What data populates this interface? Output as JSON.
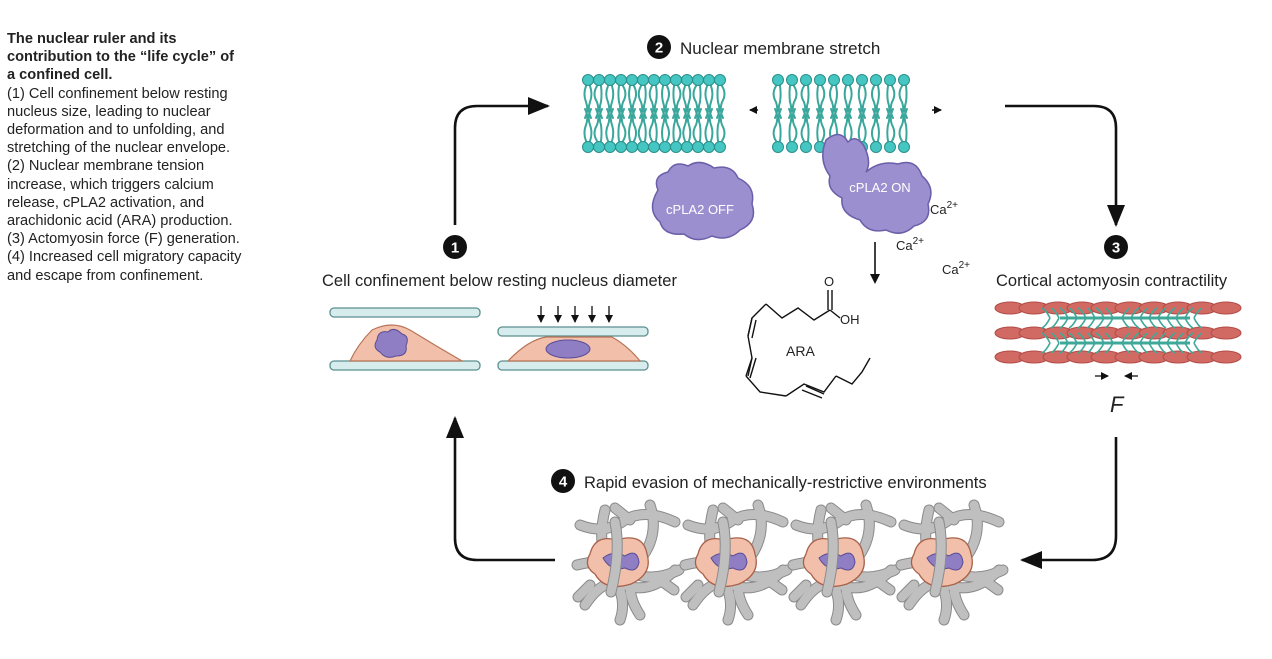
{
  "caption": {
    "title": "The nuclear ruler and its contribution to the “life cycle” of a confined cell.",
    "body": "(1) Cell confinement below resting nucleus size, leading to nuclear deformation and to unfolding, and stretching of the nuclear envelope. (2) Nuclear membrane tension increase, which triggers calcium release, cPLA2 activation, and arachidonic acid (ARA) production. (3) Actomyosin force (F) generation. (4) Increased cell migratory capacity and escape from confinement."
  },
  "steps": {
    "s1": {
      "number": "1",
      "label": "Cell confinement below resting nucleus diameter"
    },
    "s2": {
      "number": "2",
      "label": "Nuclear membrane stretch"
    },
    "s3": {
      "number": "3",
      "label": "Cortical actomyosin contractility"
    },
    "s4": {
      "number": "4",
      "label": "Rapid evasion of mechanically-restrictive environments"
    }
  },
  "molecules": {
    "cpla2_off": "cPLA2 OFF",
    "cpla2_on": "cPLA2 ON",
    "calcium": "Ca",
    "calcium_charge": "2+",
    "ara": "ARA",
    "oxygen": "O",
    "hydroxyl": "OH"
  },
  "force_label": "F",
  "colors": {
    "lipid_head": "#46c6c2",
    "cpla2": "#9b8fcf",
    "cell": "#f2c0aa",
    "nucleus": "#8f7ec4",
    "actin": "#d26a64",
    "myosin": "#3fa898",
    "matrix": "#bfbfbf"
  }
}
